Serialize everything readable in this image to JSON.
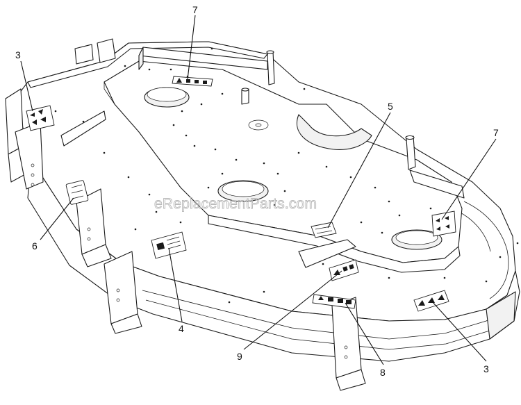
{
  "watermark": "eReplacementParts.com",
  "callouts": [
    {
      "id": "c7a",
      "label": "7"
    },
    {
      "id": "c3a",
      "label": "3"
    },
    {
      "id": "c5",
      "label": "5"
    },
    {
      "id": "c7b",
      "label": "7"
    },
    {
      "id": "c6",
      "label": "6"
    },
    {
      "id": "c4",
      "label": "4"
    },
    {
      "id": "c9",
      "label": "9"
    },
    {
      "id": "c8",
      "label": "8"
    },
    {
      "id": "c3b",
      "label": "3"
    }
  ],
  "colors": {
    "line": "#1a1a1a",
    "background": "#ffffff",
    "watermark": "#b8b8b8"
  }
}
